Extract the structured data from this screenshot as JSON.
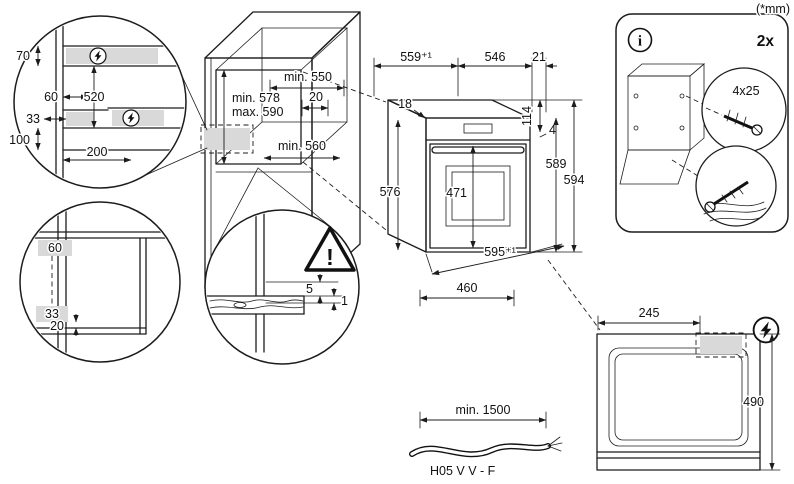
{
  "units_note": "(*mm)",
  "mounting_detail": {
    "d70": "70",
    "d60": "60",
    "d520": "520",
    "d33": "33",
    "d100": "100",
    "d200": "200"
  },
  "cabinet": {
    "depth_min": "min. 550",
    "rear_gap": "20",
    "height_min": "min. 578",
    "height_max": "max. 590",
    "width_min": "min. 560"
  },
  "oven": {
    "top_width": "559⁺¹",
    "top_depth": "546",
    "front_frame": "21",
    "trim": "18",
    "body_height": "576",
    "door_height": "471",
    "panel_height": "114",
    "gap": "4",
    "height_rear": "589",
    "height_front": "594",
    "width": "595⁺¹",
    "depth_lower": "460"
  },
  "accessories": {
    "info_symbol": "i",
    "quantity": "2x",
    "screw_size": "4x25"
  },
  "corner_detail": {
    "d60": "60",
    "d33": "33",
    "d20": "20"
  },
  "floor_detail": {
    "warning_symbol": "!",
    "d5": "5",
    "d1": "1"
  },
  "cable": {
    "length_min": "min. 1500",
    "type": "H05 V V - F"
  },
  "top_view": {
    "connection_offset": "245",
    "depth": "490"
  }
}
